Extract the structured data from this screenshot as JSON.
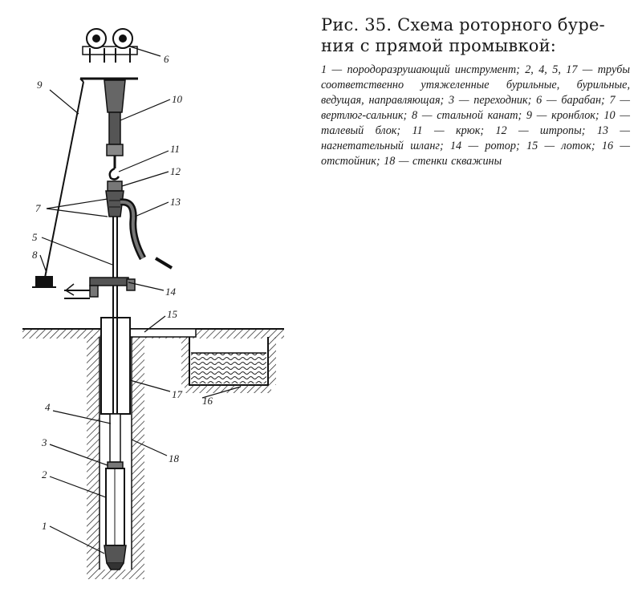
{
  "caption": {
    "title_line1": "Рис. 35. Схема роторного буре-",
    "title_line2": "ния с прямой промывкой:",
    "legend_text": "1 — породоразрушающий инструмент; 2, 4, 5, 17 — трубы соответственно утяжеленные бурильные, бурильные, ведущая, направляющая; 3 — переходник; 6 — барабан; 7 — вертлюг-сальник; 8 — стальной канат; 9 — кронблок; 10 — талевый блок; 11 — крюк; 12 — штропы; 13 — нагнетательный шланг; 14 — ротор; 15 — лоток; 16 — отстойник; 18 — стенки скважины"
  },
  "labels": {
    "n1": "1",
    "n2": "2",
    "n3": "3",
    "n4": "4",
    "n5": "5",
    "n6": "6",
    "n7": "7",
    "n8": "8",
    "n9": "9",
    "n10": "10",
    "n11": "11",
    "n12": "12",
    "n13": "13",
    "n14": "14",
    "n15": "15",
    "n16": "16",
    "n17": "17",
    "n18": "18"
  }
}
